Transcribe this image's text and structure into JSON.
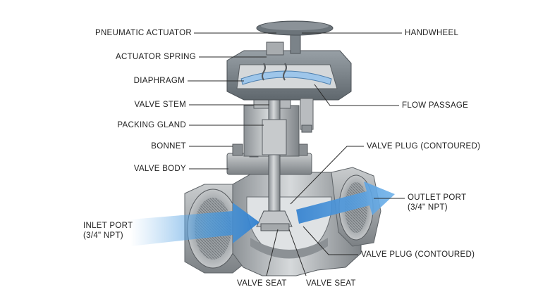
{
  "labels": {
    "pneumatic_actuator": "PNEUMATIC ACTUATOR",
    "actuator_spring": "ACTUATOR SPRING",
    "diaphragm": "DIAPHRAGM",
    "valve_stem": "VALVE STEM",
    "packing_gland": "PACKING GLAND",
    "bonnet": "BONNET",
    "valve_body": "VALVE BODY",
    "inlet_port": "INLET PORT\n(3/4\" NPT)",
    "handwheel": "HANDWHEEL",
    "flow_passage": "FLOW PASSAGE",
    "valve_plug_top": "VALVE PLUG (CONTOURED)",
    "outlet_port": "OUTLET PORT\n(3/4\" NPT)",
    "valve_plug_bottom": "VALVE PLUG (CONTOURED)",
    "valve_seat_left": "VALVE SEAT",
    "valve_seat_right": "VALVE SEAT"
  },
  "colors": {
    "metal_light": "#cfd2d4",
    "metal_mid": "#a9adb0",
    "metal_dark": "#6f7478",
    "actuator_gray": "#7d858b",
    "flow_blue": "#3d8fd6",
    "leader": "#2a2a2a"
  }
}
